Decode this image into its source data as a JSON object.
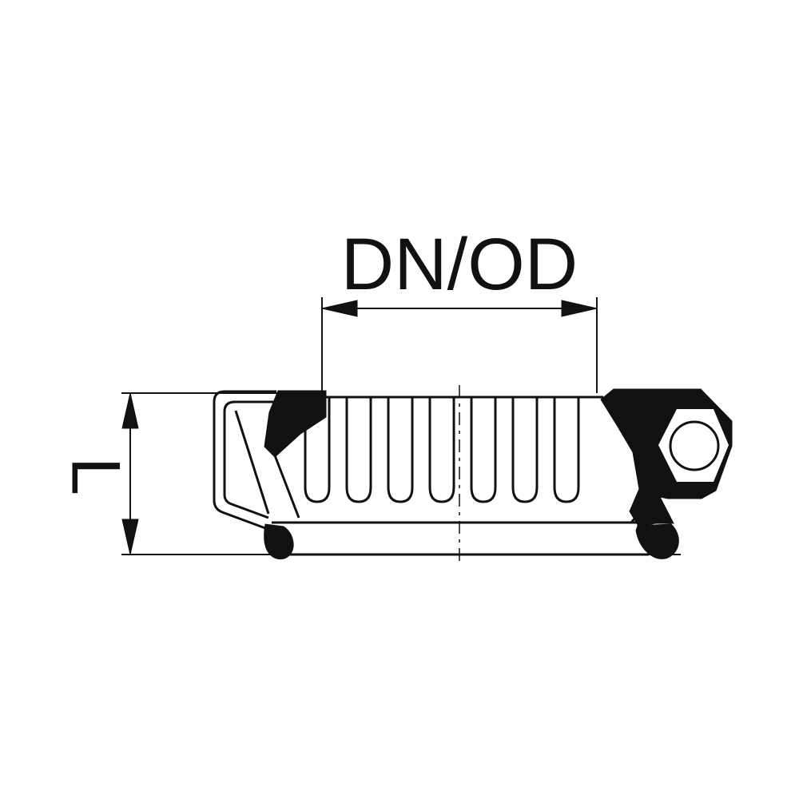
{
  "figure": {
    "kind": "technical-drawing",
    "description": "Cross-section of a corrugated pipe coupling with dimension callouts",
    "labels": {
      "width_dimension": "DN/OD",
      "height_dimension": "L"
    },
    "colors": {
      "line": "#111111",
      "background": "#ffffff"
    }
  }
}
